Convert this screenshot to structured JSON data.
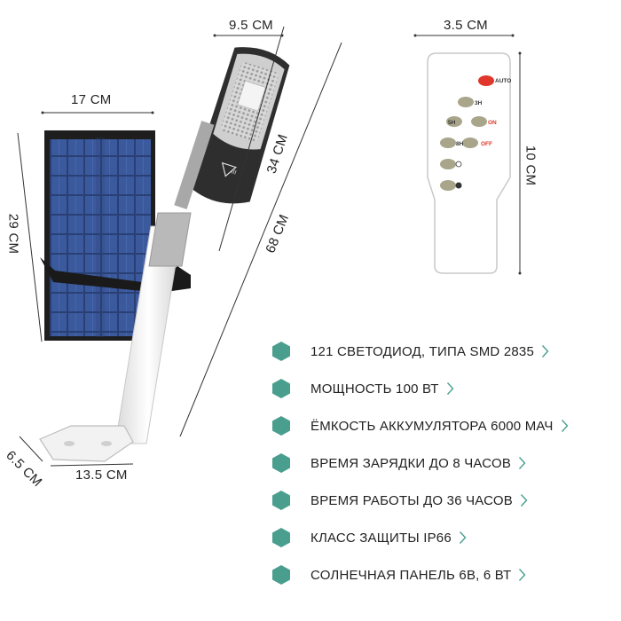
{
  "dimensions": {
    "lamp_width": "9.5 СМ",
    "panel_width": "17 СМ",
    "panel_height": "29 СМ",
    "arm_length": "34 СМ",
    "total_length": "68 СМ",
    "base_depth": "6.5 СМ",
    "base_width": "13.5 СМ",
    "remote_width": "3.5 СМ",
    "remote_height": "10 СМ"
  },
  "remote": {
    "labels": [
      "AUTO",
      "3H",
      "5H",
      "ON",
      "8H",
      "OFF"
    ]
  },
  "lamp_logo": "III",
  "features": [
    "121 СВЕТОДИОД, ТИПА SMD 2835",
    "МОЩНОСТЬ 100 ВТ",
    "ЁМКОСТЬ АККУМУЛЯТОРА 6000 МАЧ",
    "ВРЕМЯ ЗАРЯДКИ ДО 8 ЧАСОВ",
    "ВРЕМЯ РАБОТЫ ДО 36 ЧАСОВ",
    "КЛАСС ЗАЩИТЫ IP66",
    "СОЛНЕЧНАЯ ПАНЕЛЬ 6В, 6 ВТ"
  ],
  "colors": {
    "bullet": "#4a9e8e",
    "chevron": "#4a9e8e",
    "power_button": "#e0362b",
    "remote_button": "#a9a58a"
  }
}
